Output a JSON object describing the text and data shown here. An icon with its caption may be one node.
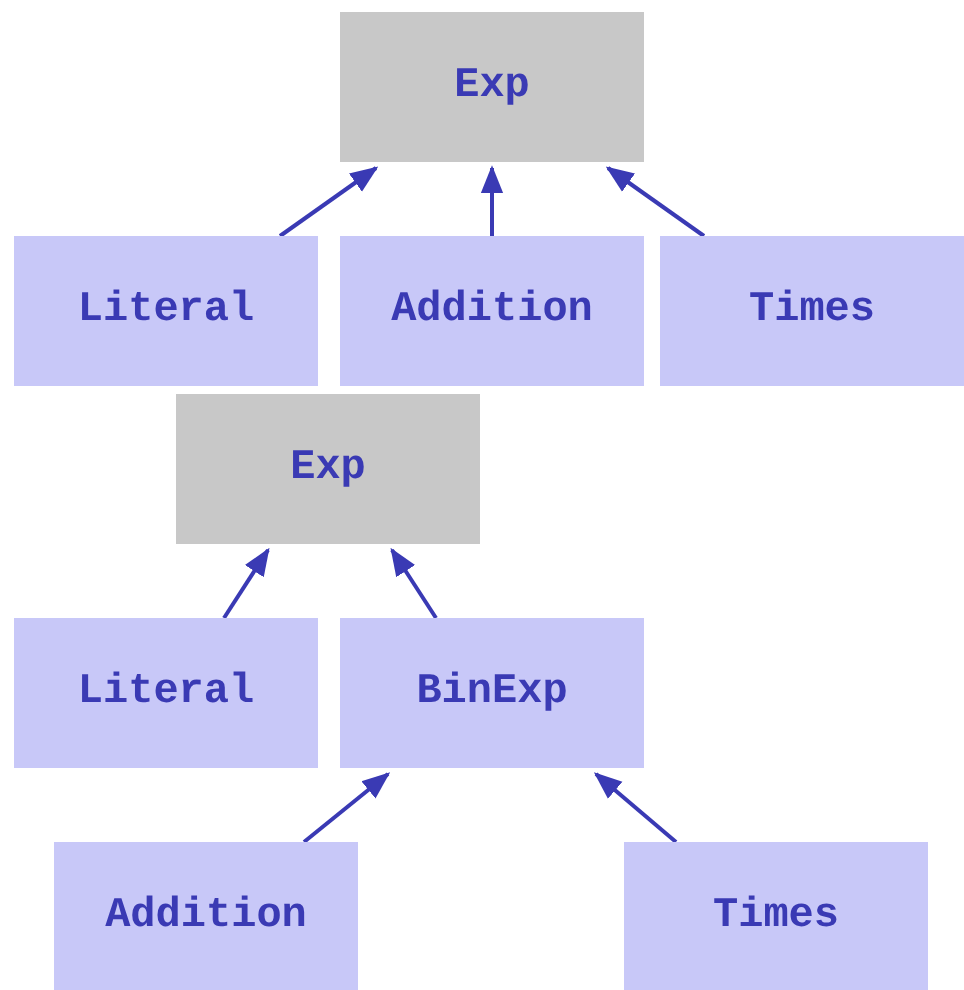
{
  "diagram": {
    "nodes": [
      {
        "text": [
          "Exp"
        ]
      },
      {
        "text": [
          "Literal"
        ]
      },
      {
        "text": [
          "Addition"
        ]
      },
      {
        "text": [
          "Times"
        ]
      },
      {
        "text": [
          "Exp"
        ]
      },
      {
        "text": [
          "Literal"
        ]
      },
      {
        "text": [
          "BinExp"
        ]
      },
      {
        "text": [
          "Addition"
        ]
      },
      {
        "text": [
          "Times"
        ]
      }
    ],
    "edges": [
      {
        "from": 1,
        "to": 0,
        "arrow": "to"
      },
      {
        "from": 2,
        "to": 0,
        "arrow": "to"
      },
      {
        "from": 3,
        "to": 0,
        "arrow": "to"
      },
      {
        "from": 5,
        "to": 4,
        "arrow": "to"
      },
      {
        "from": 6,
        "to": 4,
        "arrow": "to"
      },
      {
        "from": 7,
        "to": 6,
        "arrow": "to"
      },
      {
        "from": 8,
        "to": 6,
        "arrow": "to"
      }
    ]
  }
}
